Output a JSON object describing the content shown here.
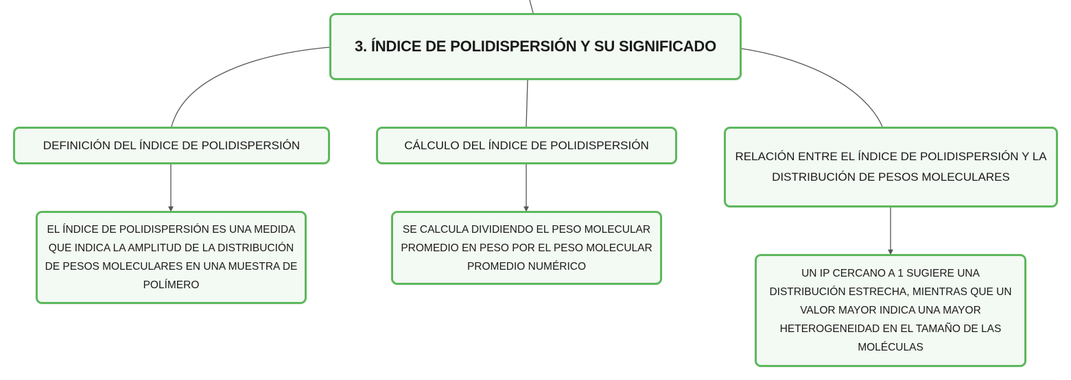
{
  "diagram": {
    "root": {
      "label": "3. ÍNDICE DE POLIDISPERSIÓN Y SU SIGNIFICADO"
    },
    "branches": [
      {
        "label": "DEFINICIÓN DEL ÍNDICE DE POLIDISPERSIÓN",
        "detail": "EL ÍNDICE DE POLIDISPERSIÓN ES UNA MEDIDA QUE INDICA LA AMPLITUD DE LA DISTRIBUCIÓN DE PESOS MOLECULARES EN UNA MUESTRA DE POLÍMERO"
      },
      {
        "label": "CÁLCULO DEL ÍNDICE DE POLIDISPERSIÓN",
        "detail": "SE CALCULA DIVIDIENDO EL PESO MOLECULAR PROMEDIO EN PESO POR EL PESO MOLECULAR PROMEDIO NUMÉRICO"
      },
      {
        "label": "RELACIÓN ENTRE EL ÍNDICE DE POLIDISPERSIÓN Y LA DISTRIBUCIÓN DE PESOS MOLECULARES",
        "detail": "UN IP CERCANO A 1 SUGIERE UNA DISTRIBUCIÓN ESTRECHA, MIENTRAS QUE UN VALOR MAYOR INDICA UNA MAYOR HETEROGENEIDAD EN EL TAMAÑO DE LAS MOLÉCULAS"
      }
    ]
  },
  "colors": {
    "node_border": "#5cb85c",
    "node_fill": "#f3f9f3",
    "connector": "#555555",
    "text": "#1a1a1a"
  }
}
